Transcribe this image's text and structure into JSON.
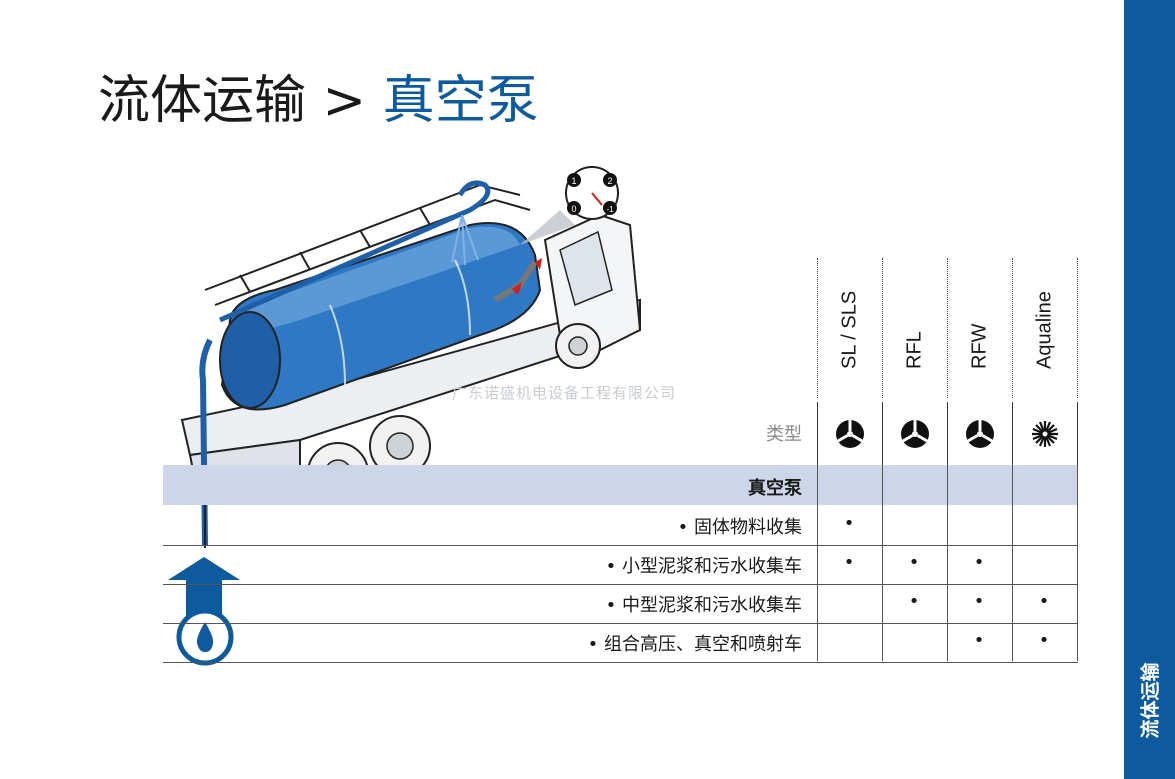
{
  "header": {
    "title_main": "流体运输 > ",
    "title_accent": "真空泵"
  },
  "sidebar": {
    "label": "流体运输"
  },
  "watermark": "广东诺盛机电设备工程有限公司",
  "table": {
    "columns": [
      "SL / SLS",
      "RFL",
      "RFW",
      "Aqualine"
    ],
    "type_label": "类型",
    "section_label": "真空泵",
    "rows": [
      {
        "label": "• 固体物料收集",
        "marks": [
          true,
          false,
          false,
          false
        ]
      },
      {
        "label": "• 小型泥浆和污水收集车",
        "marks": [
          true,
          true,
          true,
          false
        ]
      },
      {
        "label": "• 中型泥浆和污水收集车",
        "marks": [
          false,
          true,
          true,
          true
        ]
      },
      {
        "label": "• 组合高压、真空和喷射车",
        "marks": [
          false,
          false,
          true,
          true
        ]
      }
    ],
    "dot_char": "•"
  },
  "gauge": {
    "labels": [
      "1",
      "2",
      "0",
      "-1"
    ]
  },
  "colors": {
    "accent": "#0d5a9e",
    "band": "#cdd6e8",
    "tank": "#2f78c4"
  }
}
